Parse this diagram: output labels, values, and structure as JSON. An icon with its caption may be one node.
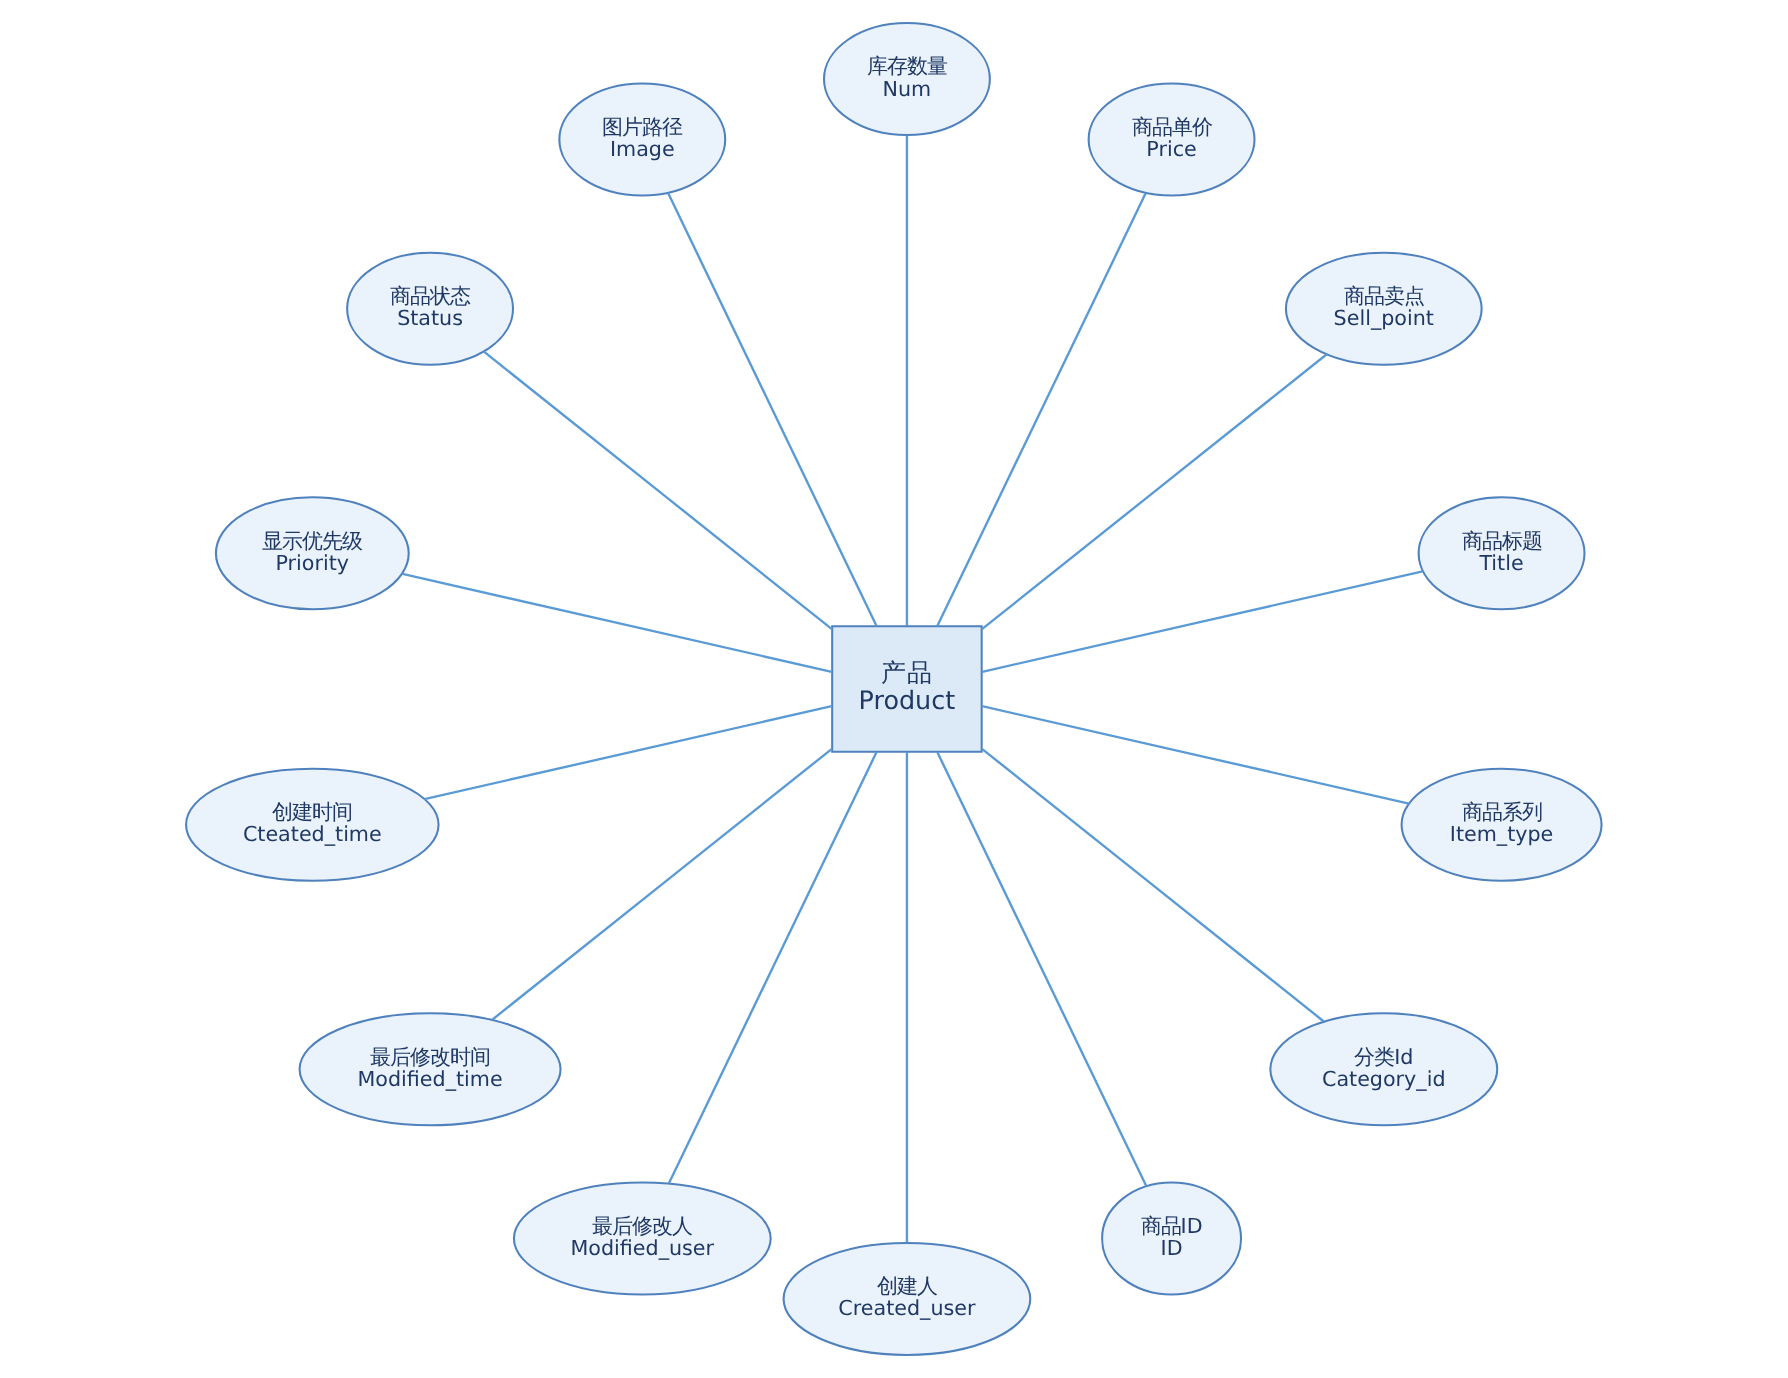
{
  "diagram": {
    "nodes": [
      {
        "text": [
          "产品",
          "Product"
        ]
      },
      {
        "text": [
          "商品标题",
          "Title"
        ]
      },
      {
        "text": [
          "商品卖点",
          "Sell_point"
        ]
      },
      {
        "text": [
          "商品单价",
          "Price"
        ]
      },
      {
        "text": [
          "库存数量",
          "Num"
        ]
      },
      {
        "text": [
          "图片路径",
          "Image"
        ]
      },
      {
        "text": [
          "商品状态",
          "Status"
        ]
      },
      {
        "text": [
          "显示优先级",
          "Priority"
        ]
      },
      {
        "text": [
          "创建时间",
          "Cteated_time"
        ]
      },
      {
        "text": [
          "最后修改时间",
          "Modified_time"
        ]
      },
      {
        "text": [
          "最后修改人",
          "Modified_user"
        ]
      },
      {
        "text": [
          "创建人",
          "Created_user"
        ]
      },
      {
        "text": [
          "商品ID",
          "ID"
        ]
      },
      {
        "text": [
          "分类Id",
          "Category_id"
        ]
      },
      {
        "text": [
          "商品系列",
          "Item_type"
        ]
      }
    ],
    "edges": [
      {
        "from": 0,
        "to": 1,
        "arrow": "none"
      },
      {
        "from": 0,
        "to": 2,
        "arrow": "none"
      },
      {
        "from": 0,
        "to": 3,
        "arrow": "none"
      },
      {
        "from": 0,
        "to": 4,
        "arrow": "none"
      },
      {
        "from": 0,
        "to": 5,
        "arrow": "none"
      },
      {
        "from": 0,
        "to": 6,
        "arrow": "none"
      },
      {
        "from": 0,
        "to": 7,
        "arrow": "none"
      },
      {
        "from": 0,
        "to": 8,
        "arrow": "none"
      },
      {
        "from": 0,
        "to": 9,
        "arrow": "none"
      },
      {
        "from": 0,
        "to": 10,
        "arrow": "none"
      },
      {
        "from": 0,
        "to": 11,
        "arrow": "none"
      },
      {
        "from": 0,
        "to": 12,
        "arrow": "none"
      },
      {
        "from": 0,
        "to": 13,
        "arrow": "none"
      },
      {
        "from": 0,
        "to": 14,
        "arrow": "none"
      }
    ]
  }
}
